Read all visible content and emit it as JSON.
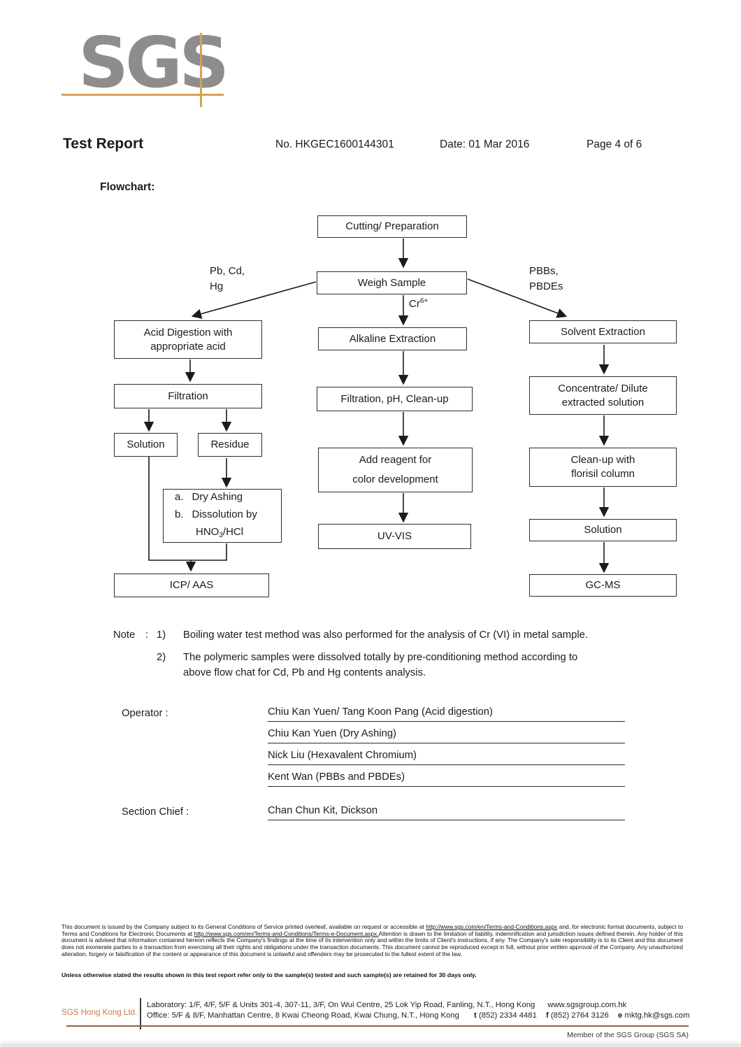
{
  "colors": {
    "accent_orange": "#d8a055",
    "company_orange": "#cb7a47",
    "logo_gray": "#8d8d8d",
    "footer_rule_maroon": "#9c584b",
    "ink": "#1b1b1b"
  },
  "header": {
    "logo": "SGS",
    "title": "Test Report",
    "report_no": "No. HKGEC1600144301",
    "date": "Date: 01 Mar 2016",
    "page": "Page 4 of 6"
  },
  "flowchart": {
    "label": "Flowchart:",
    "nodes": {
      "cutting": "Cutting/ Preparation",
      "weigh": "Weigh Sample",
      "acid": {
        "l1": "Acid Digestion with",
        "l2": "appropriate acid"
      },
      "filtration_left": "Filtration",
      "solution_left": "Solution",
      "residue": "Residue",
      "ashing": {
        "a_num": "a.",
        "a_text": "Dry Ashing",
        "b_num": "b.",
        "b_text": "Dissolution by",
        "c_base": "HNO",
        "c_sub": "3",
        "c_rest": "/HCl"
      },
      "icp": "ICP/ AAS",
      "alkaline": "Alkaline Extraction",
      "filtration_mid": "Filtration, pH, Clean-up",
      "reagent": {
        "l1": "Add reagent for",
        "l2": "color development"
      },
      "uvvis": "UV-VIS",
      "solvent": "Solvent Extraction",
      "concentrate": {
        "l1": "Concentrate/ Dilute",
        "l2": "extracted solution"
      },
      "cleanup": {
        "l1": "Clean-up with",
        "l2": "florisil column"
      },
      "solution_right": "Solution",
      "gcms": "GC-MS"
    },
    "labels": {
      "pb_line1": "Pb, Cd,",
      "pb_line2": "Hg",
      "cr_base": "Cr",
      "cr_sup": "6+",
      "pbb_line1": "PBBs,",
      "pbb_line2": "PBDEs"
    }
  },
  "notes": {
    "label": "Note",
    "colon": ":",
    "item1_num": "1)",
    "item1_line1": "Boiling water test method was also performed for the analysis of Cr (VI) in metal sample.",
    "item2_num": "2)",
    "item2_line1": "The polymeric samples were  dissolved totally by pre-conditioning method according to",
    "item2_line2": "above flow chat for Cd, Pb and Hg contents analysis."
  },
  "signature": {
    "operator_label": "Operator :",
    "operators": [
      "Chiu Kan Yuen/ Tang Koon Pang (Acid digestion)",
      "Chiu Kan Yuen (Dry Ashing)",
      "Nick Liu (Hexavalent Chromium)",
      "Kent Wan (PBBs and PBDEs)"
    ],
    "chief_label": "Section Chief :",
    "chief": "Chan Chun Kit, Dickson"
  },
  "footer": {
    "disclaimer_1": "This document is issued by the Company subject to its General Conditions of Service printed overleaf, available on request or accessible at ",
    "disclaimer_link1": "http://www.sgs.com/en/Terms-and-Conditions.aspx",
    "disclaimer_2": " and, for electronic format documents, subject to Terms and Conditions for Electronic Documents at ",
    "disclaimer_link2": "http://www.sgs.com/en/Terms-and-Conditions/Terms-e-Document.aspx.",
    "disclaimer_3": "Attention is drawn to the limitation of liability, indemnification and jurisdiction issues defined therein. Any holder of this document is advised that information contained hereon reflects the Company's findings at the time of its intervention only and within the limits of Client's instructions, if any. The Company's sole responsibility is to its Client and this document does not exonerate parties to a transaction from exercising all their rights and obligations under the transaction documents. This document cannot be reproduced except in full, without prior written approval of the Company. Any unauthorized alteration, forgery or falsification of the content or appearance of this document is unlawful and offenders may be prosecuted to the fullest extent of the law.",
    "retention": "Unless otherwise stated the results shown in this test report refer only to the sample(s) tested and such sample(s) are retained for 30 days only.",
    "company": "SGS Hong Kong Ltd.",
    "laboratory": "Laboratory: 1/F, 4/F, 5/F & Units 301-4, 307-11, 3/F, On Wui Centre, 25 Lok Yip Road, Fanling, N.T., Hong Kong",
    "website": "www.sgsgroup.com.hk",
    "office": "Office: 5/F & 8/F, Manhattan Centre, 8 Kwai Cheong Road, Kwai Chung, N.T., Hong Kong",
    "tel_label": "t",
    "tel": "(852) 2334 4481",
    "fax_label": "f",
    "fax": "(852) 2764 3126",
    "email_label": "e",
    "email": "mktg.hk@sgs.com",
    "member": "Member of the SGS Group (SGS SA)"
  }
}
